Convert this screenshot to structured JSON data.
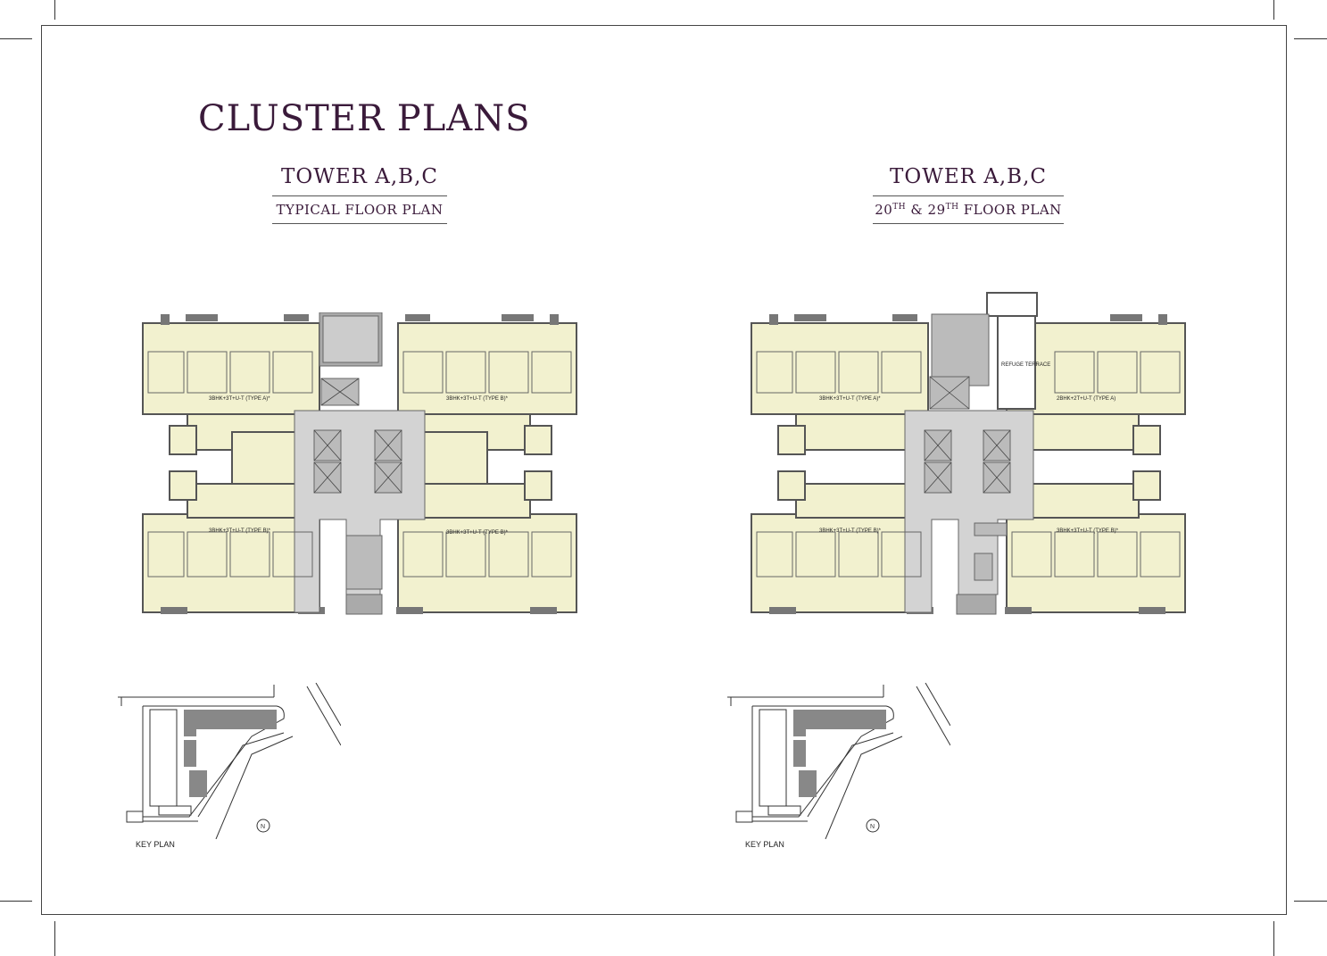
{
  "page": {
    "title": "CLUSTER PLANS"
  },
  "left": {
    "tower": "TOWER A,B,C",
    "plan_label": "TYPICAL FLOOR PLAN",
    "units": [
      "3BHK+3T+U-T (TYPE A)*",
      "3BHK+3T+U-T (TYPE B)*",
      "3BHK+3T+U-T (TYPE B)*",
      "3BHK+3T+U-T (TYPE B)*"
    ],
    "key_plan": "KEY PLAN"
  },
  "right": {
    "tower": "TOWER A,B,C",
    "plan_label_num1": "20",
    "plan_label_sup1": "TH",
    "plan_label_amp": " & ",
    "plan_label_num2": "29",
    "plan_label_sup2": "TH",
    "plan_label_rest": " FLOOR PLAN",
    "units": [
      "3BHK+3T+U-T (TYPE A)*",
      "2BHK+2T+U-T (TYPE A)",
      "3BHK+3T+U-T (TYPE B)*",
      "3BHK+3T+U-T (TYPE B)*"
    ],
    "refuge": "REFUGE TERRACE",
    "key_plan": "KEY PLAN"
  },
  "colors": {
    "unit_fill": "#f2f1cf",
    "core_fill": "#cfcfcf",
    "wall": "#555555",
    "title": "#3a1a3a"
  },
  "icons": {
    "north_arrow": "N"
  }
}
